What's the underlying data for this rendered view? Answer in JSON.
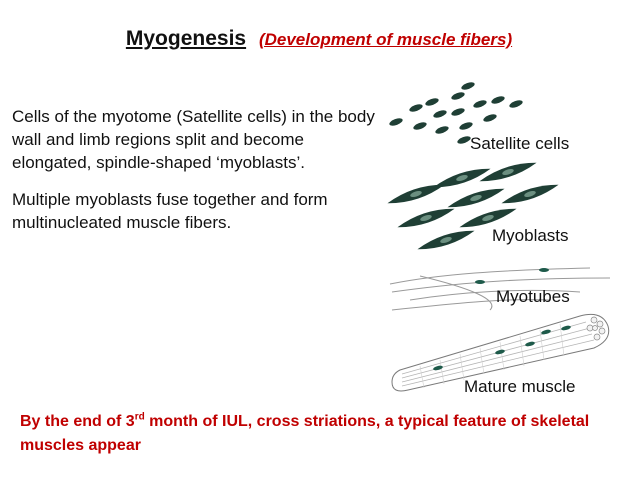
{
  "colors": {
    "title": "#111111",
    "subtitle": "#c00000",
    "footer": "#c00000",
    "cells": "#1f3f35",
    "nucleus": "#1e5a4a",
    "fiber_stroke": "#7a7a7a"
  },
  "slide": {
    "title": "Myogenesis",
    "subtitle": "(Development of muscle fibers)",
    "paragraph1": "Cells of the myotome (Satellite cells) in the body wall and limb regions split and become elongated, spindle-shaped ‘myoblasts’.",
    "paragraph2": "Multiple myoblasts fuse together and form multinucleated muscle fibers.",
    "footer_pre": "By the end of 3",
    "footer_sup": "rd",
    "footer_post": " month of IUL, cross striations, a typical feature of skeletal muscles appear"
  },
  "diagram": {
    "label_satellite": "Satellite cells",
    "label_myoblasts": "Myoblasts",
    "label_myotubes": "Myotubes",
    "label_mature": "Mature muscle"
  }
}
